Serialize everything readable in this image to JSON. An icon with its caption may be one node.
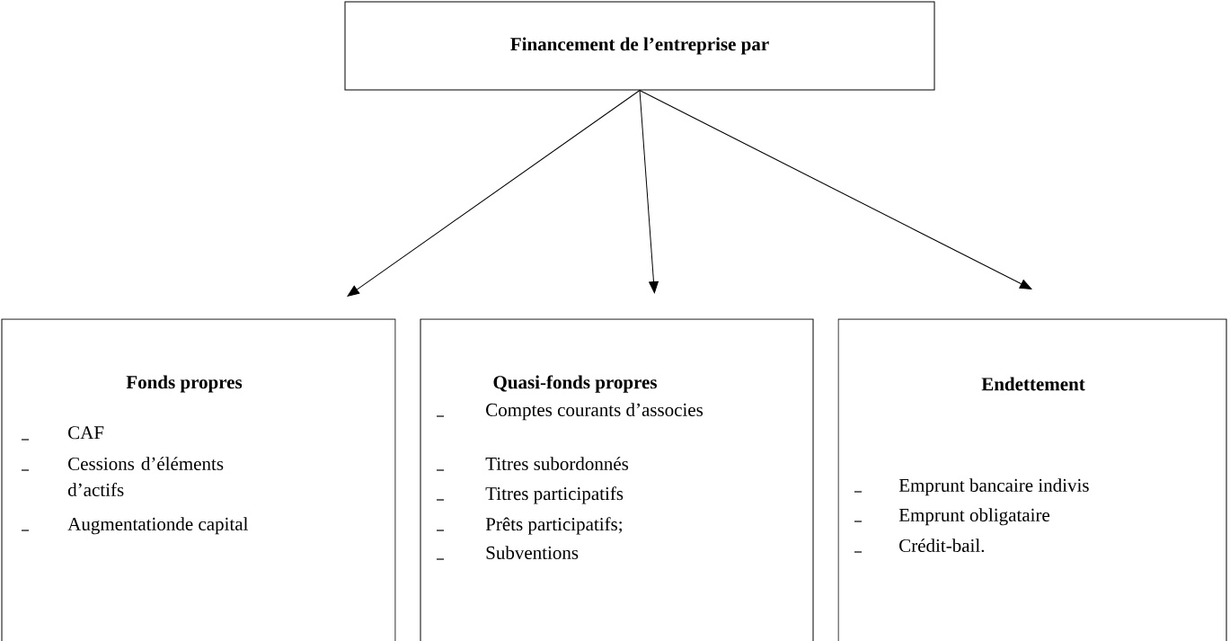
{
  "diagram": {
    "nodes": [
      {
        "text": [
          "Financement de l’entreprise par"
        ]
      },
      {
        "text": [
          "Fonds propres",
          "CAF",
          "Cessions d’éléments d’actifs",
          "Augmentationde capital"
        ]
      },
      {
        "text": [
          "Quasi-fonds propres",
          "Comptes courants d’associes",
          "Titres subordonnés",
          "Titres participatifs",
          "Prêts participatifs;",
          "Subventions"
        ]
      },
      {
        "text": [
          "Endettement",
          "Emprunt bancaire indivis",
          "Emprunt obligataire",
          "Crédit-bail."
        ]
      }
    ],
    "edges": [
      {
        "from": 0,
        "to": 1,
        "arrow": "to"
      },
      {
        "from": 0,
        "to": 2,
        "arrow": "to"
      },
      {
        "from": 0,
        "to": 3,
        "arrow": "to"
      }
    ]
  }
}
